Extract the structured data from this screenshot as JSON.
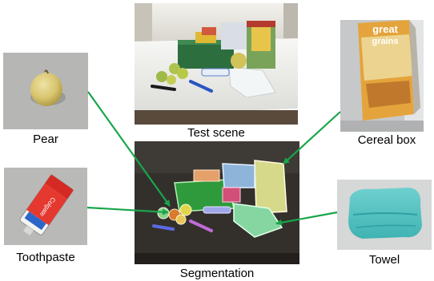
{
  "labels": {
    "pear": "Pear",
    "test_scene": "Test scene",
    "cereal_box": "Cereal box",
    "toothpaste": "Toothpaste",
    "segmentation": "Segmentation",
    "towel": "Towel"
  },
  "product_text": {
    "cereal_brand_top": "great",
    "cereal_brand_bottom": "grains",
    "toothpaste_brand": "Colgate"
  },
  "colors": {
    "connector": "#19a64a"
  }
}
